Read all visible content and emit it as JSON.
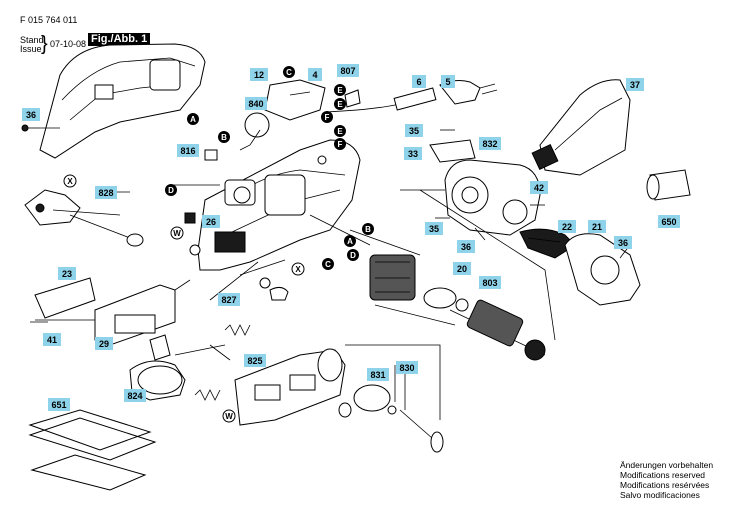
{
  "header": {
    "doc_number": "F 015 764 011",
    "stand_line1": "Stand",
    "stand_line2": "Issue",
    "brace": "}",
    "date": "07-10-08",
    "fig_label": "Fig./Abb. 1"
  },
  "part_labels": [
    {
      "id": "36a",
      "text": "36"
    },
    {
      "id": "12",
      "text": "12"
    },
    {
      "id": "4",
      "text": "4"
    },
    {
      "id": "807",
      "text": "807"
    },
    {
      "id": "840",
      "text": "840"
    },
    {
      "id": "816",
      "text": "816"
    },
    {
      "id": "828",
      "text": "828"
    },
    {
      "id": "26",
      "text": "26"
    },
    {
      "id": "6",
      "text": "6"
    },
    {
      "id": "5",
      "text": "5"
    },
    {
      "id": "37",
      "text": "37"
    },
    {
      "id": "35a",
      "text": "35"
    },
    {
      "id": "832",
      "text": "832"
    },
    {
      "id": "33",
      "text": "33"
    },
    {
      "id": "42",
      "text": "42"
    },
    {
      "id": "650",
      "text": "650"
    },
    {
      "id": "35b",
      "text": "35"
    },
    {
      "id": "36b",
      "text": "36"
    },
    {
      "id": "22",
      "text": "22"
    },
    {
      "id": "21",
      "text": "21"
    },
    {
      "id": "36c",
      "text": "36"
    },
    {
      "id": "20",
      "text": "20"
    },
    {
      "id": "803",
      "text": "803"
    },
    {
      "id": "23",
      "text": "23"
    },
    {
      "id": "827",
      "text": "827"
    },
    {
      "id": "41",
      "text": "41"
    },
    {
      "id": "29",
      "text": "29"
    },
    {
      "id": "825",
      "text": "825"
    },
    {
      "id": "824",
      "text": "824"
    },
    {
      "id": "831",
      "text": "831"
    },
    {
      "id": "830",
      "text": "830"
    },
    {
      "id": "651",
      "text": "651"
    }
  ],
  "markers": [
    {
      "id": "C1",
      "text": "C",
      "style": "filled"
    },
    {
      "id": "E1",
      "text": "E",
      "style": "filled"
    },
    {
      "id": "E2",
      "text": "E",
      "style": "filled"
    },
    {
      "id": "F1",
      "text": "F",
      "style": "filled"
    },
    {
      "id": "A1",
      "text": "A",
      "style": "filled"
    },
    {
      "id": "B1",
      "text": "B",
      "style": "filled"
    },
    {
      "id": "X1",
      "text": "X",
      "style": "open"
    },
    {
      "id": "D1",
      "text": "D",
      "style": "filled"
    },
    {
      "id": "W1",
      "text": "W",
      "style": "open"
    },
    {
      "id": "E3",
      "text": "E",
      "style": "filled"
    },
    {
      "id": "F2",
      "text": "F",
      "style": "filled"
    },
    {
      "id": "B2",
      "text": "B",
      "style": "filled"
    },
    {
      "id": "A2",
      "text": "A",
      "style": "filled"
    },
    {
      "id": "C2",
      "text": "C",
      "style": "filled"
    },
    {
      "id": "D2",
      "text": "D",
      "style": "filled"
    },
    {
      "id": "X2",
      "text": "X",
      "style": "open"
    },
    {
      "id": "W2",
      "text": "W",
      "style": "open"
    }
  ],
  "footer": {
    "lines": [
      "Änderungen vorbehalten",
      "Modifications reserved",
      "Modifications resérvées",
      "Salvo modificaciones"
    ]
  }
}
